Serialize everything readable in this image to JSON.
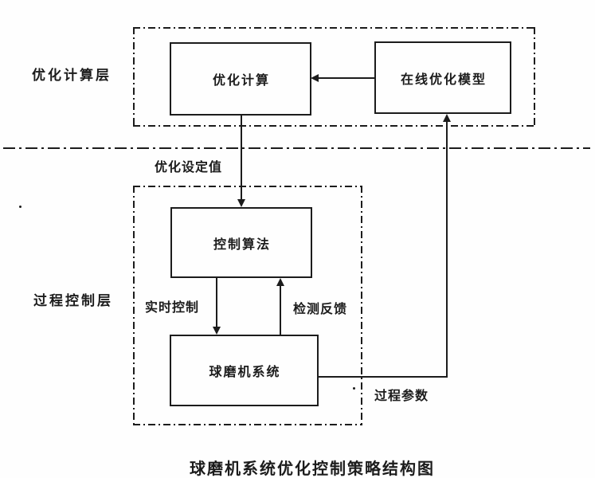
{
  "diagram": {
    "caption": "球磨机系统优化控制策略结构图",
    "layers": [
      {
        "name": "optimization-computing-layer",
        "label": "优化计算层"
      },
      {
        "name": "process-control-layer",
        "label": "过程控制层"
      }
    ],
    "nodes": [
      {
        "name": "optimization-calculation",
        "label": "优化计算"
      },
      {
        "name": "online-optimization-model",
        "label": "在线优化模型"
      },
      {
        "name": "control-algorithm",
        "label": "控制算法"
      },
      {
        "name": "ball-mill-system",
        "label": "球磨机系统"
      }
    ],
    "edge_labels": [
      {
        "name": "optimized-setpoint",
        "label": "优化设定值"
      },
      {
        "name": "realtime-control",
        "label": "实时控制"
      },
      {
        "name": "detection-feedback",
        "label": "检测反馈"
      },
      {
        "name": "process-parameters",
        "label": "过程参数"
      }
    ],
    "edges": [
      {
        "from": "在线优化模型",
        "to": "优化计算",
        "label": ""
      },
      {
        "from": "优化计算",
        "to": "控制算法",
        "label": "优化设定值"
      },
      {
        "from": "控制算法",
        "to": "球磨机系统",
        "label": "实时控制"
      },
      {
        "from": "球磨机系统",
        "to": "控制算法",
        "label": "检测反馈"
      },
      {
        "from": "球磨机系统",
        "to": "在线优化模型",
        "label": "过程参数"
      }
    ],
    "colors": {
      "ink": "#1c1c1c",
      "background": "#fefefe"
    }
  }
}
